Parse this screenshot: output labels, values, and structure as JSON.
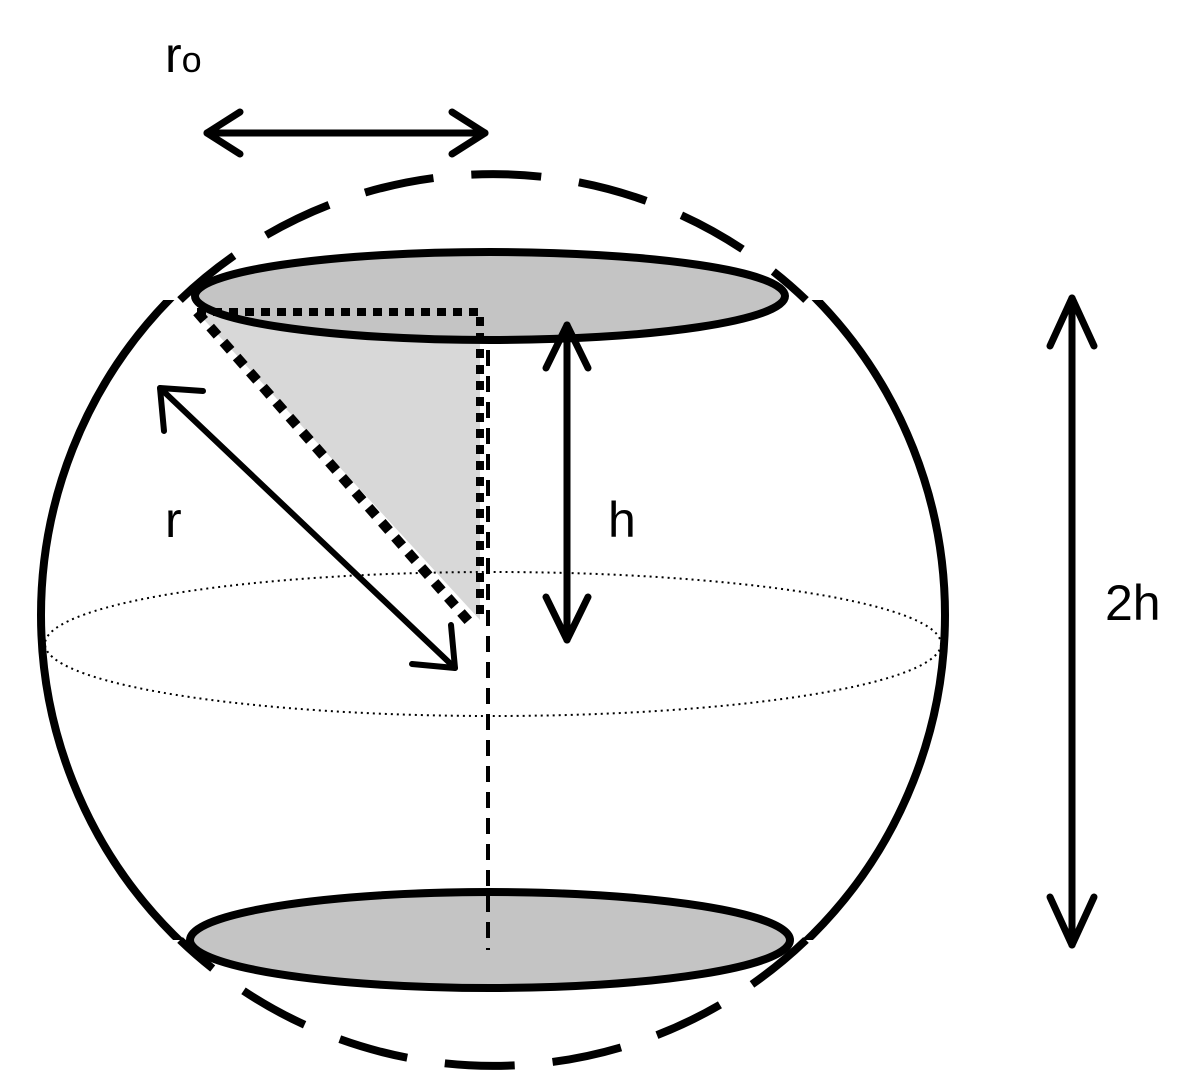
{
  "labels": {
    "r0_main": "r",
    "r0_sub": "o",
    "r": "r",
    "h": "h",
    "two_h": "2h"
  },
  "colors": {
    "stroke": "#000000",
    "cap_fill": "#c4c4c4",
    "triangle_fill": "#d8d8d8",
    "background": "#ffffff"
  }
}
